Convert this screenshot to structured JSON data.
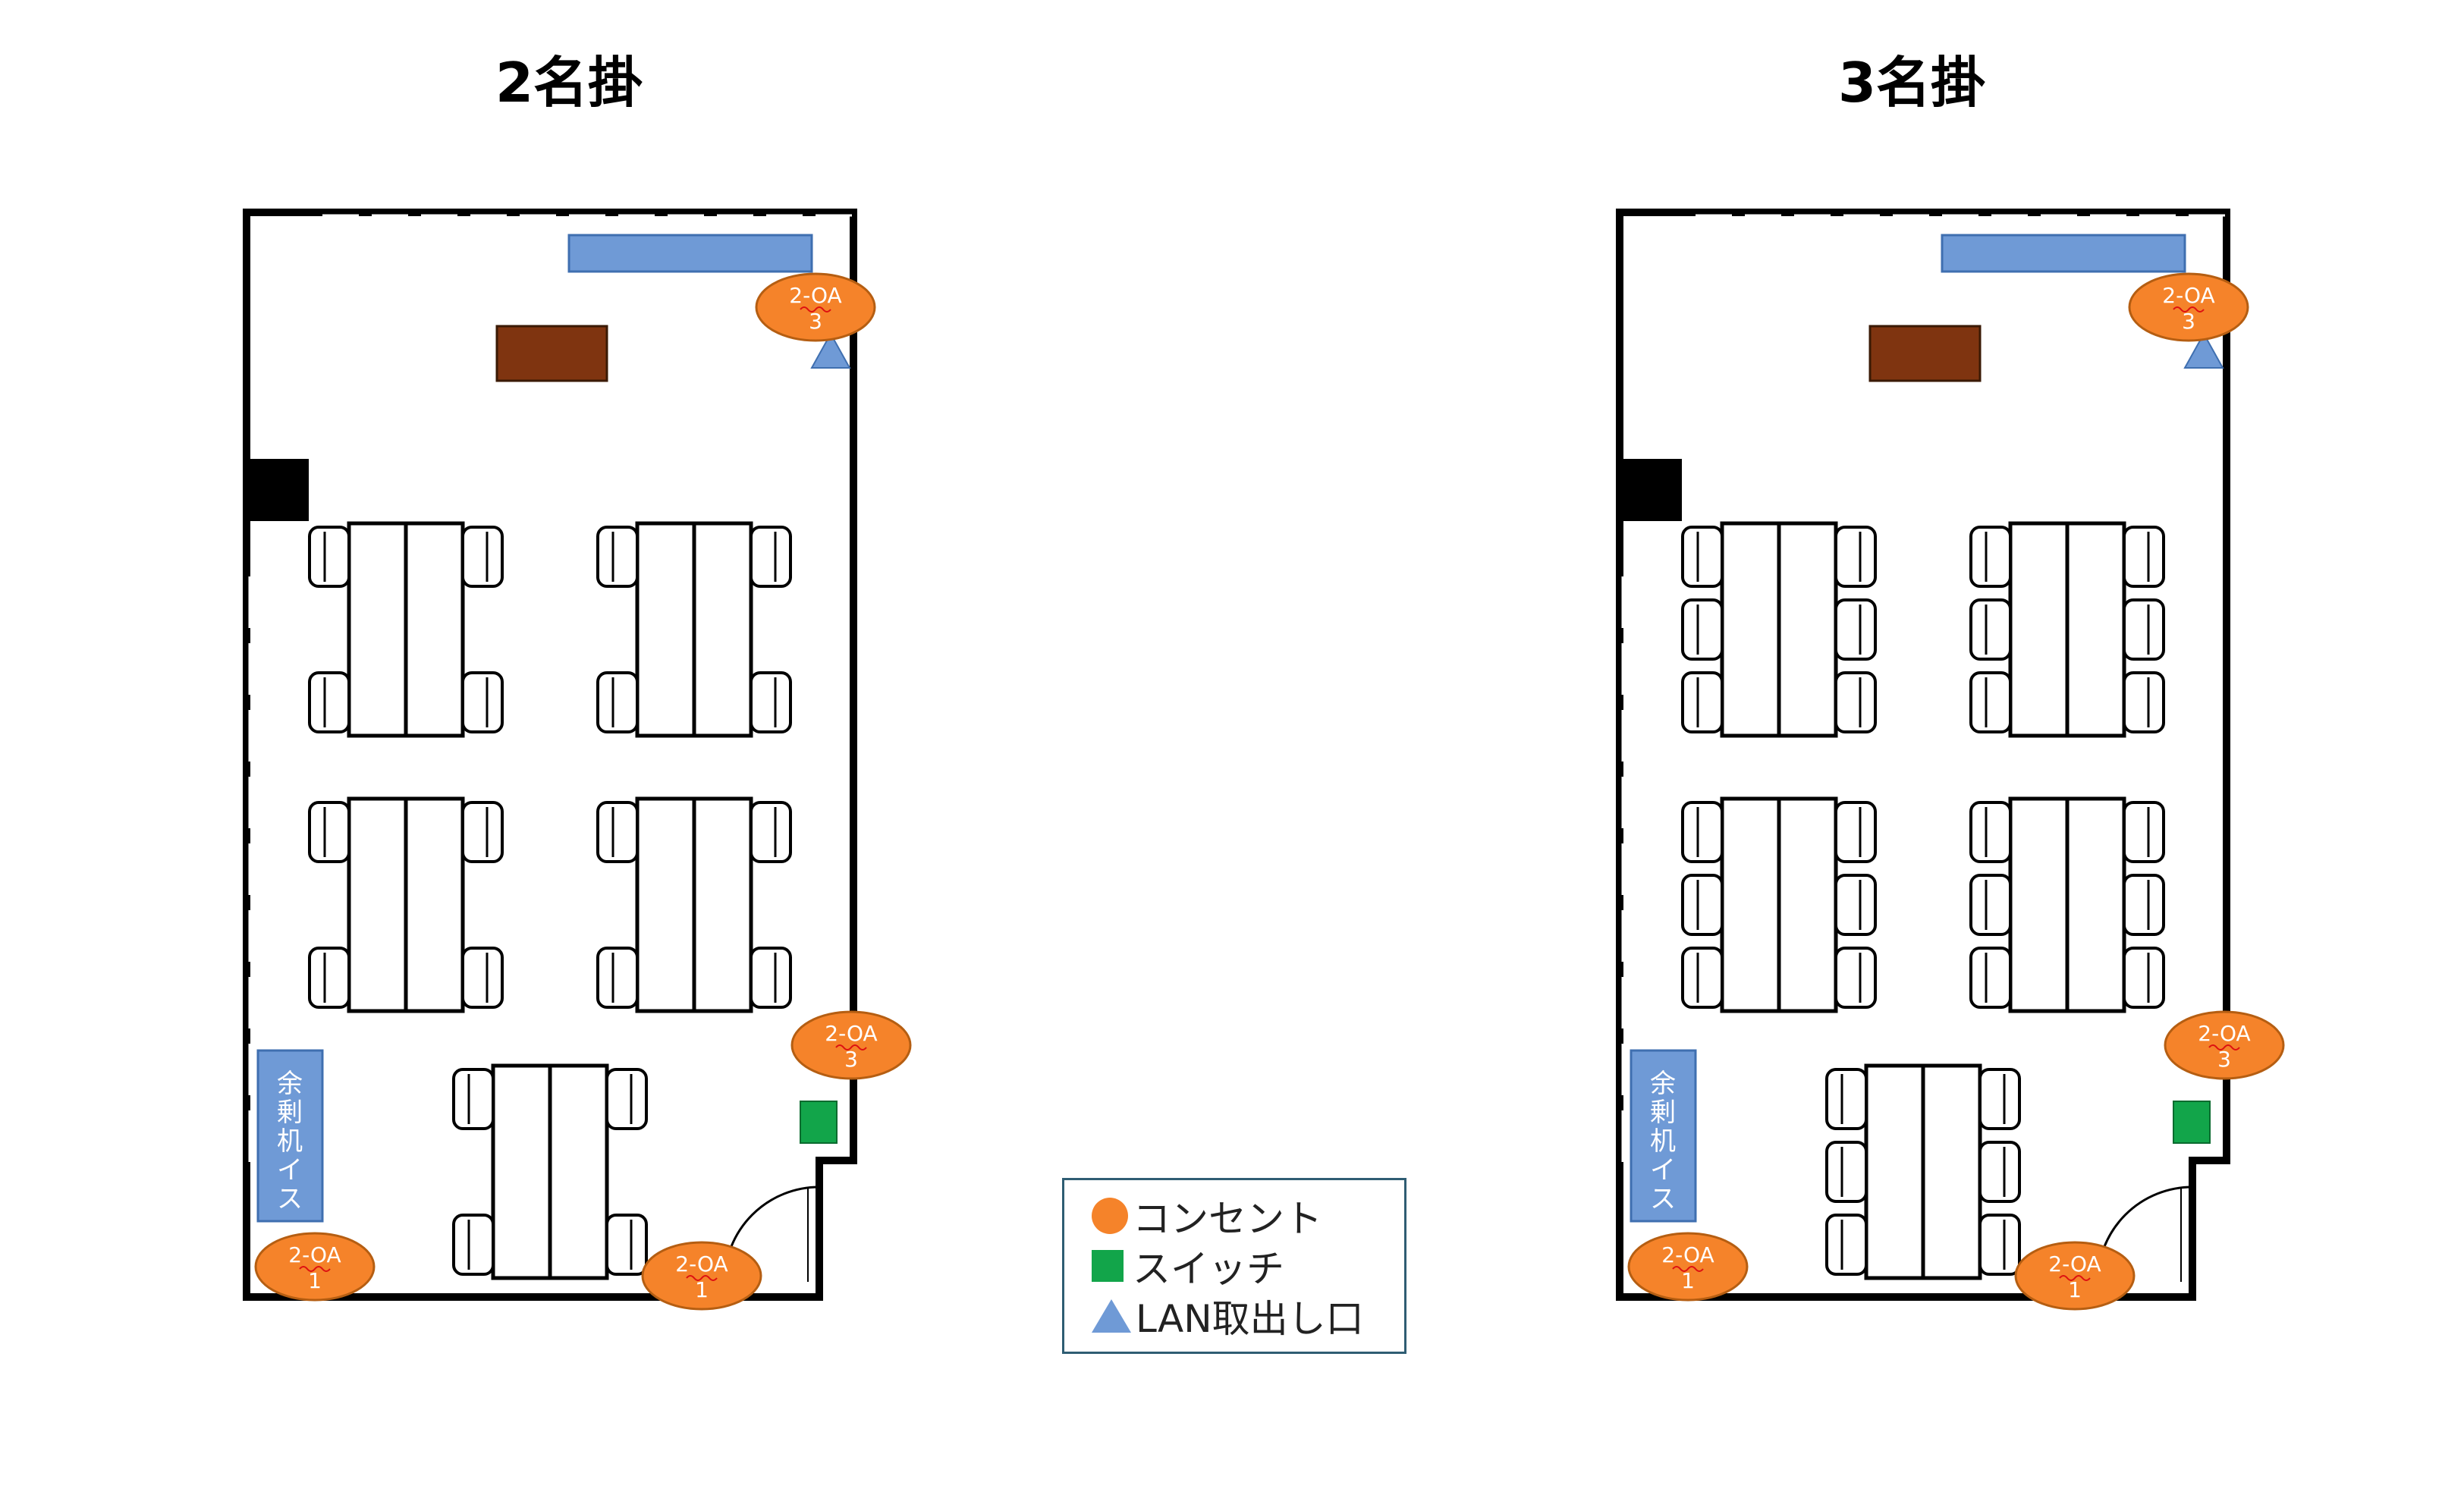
{
  "titles": {
    "left": "2名掛",
    "right": "3名掛"
  },
  "outlet_label": {
    "line1": "2-OA",
    "line2_top": "3",
    "line2_bottom": "1"
  },
  "spare_label": "余剰机イス",
  "legend": [
    {
      "icon": "circle-icon",
      "label": "コンセント"
    },
    {
      "icon": "square-icon",
      "label": "スイッチ"
    },
    {
      "icon": "triangle-icon",
      "label": "LAN取出し口"
    }
  ],
  "colors": {
    "outlet": "#f5832a",
    "switch": "#12a54a",
    "lan": "#6f9ad6",
    "board": "#6f9ad6",
    "podium": "#7f3410",
    "wall": "#000000"
  },
  "rooms": [
    {
      "name": "2名掛",
      "chairs_per_side": 2
    },
    {
      "name": "3名掛",
      "chairs_per_side": 3
    }
  ]
}
